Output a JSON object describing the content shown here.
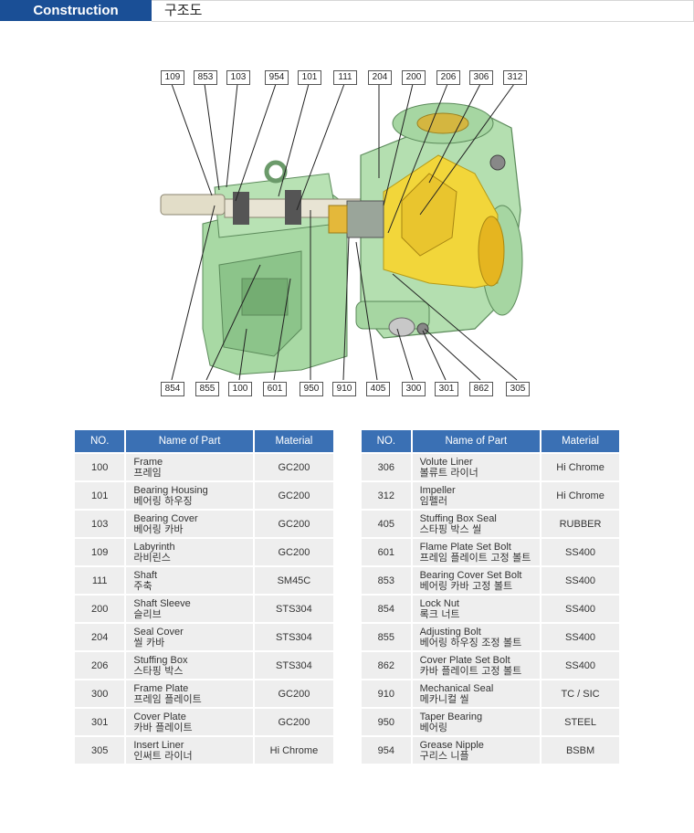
{
  "header": {
    "tab": "Construction",
    "subtitle": "구조도"
  },
  "callouts_top": [
    "109",
    "853",
    "103",
    "954",
    "101",
    "111",
    "204",
    "200",
    "206",
    "306",
    "312"
  ],
  "callouts_bottom": [
    "854",
    "855",
    "100",
    "601",
    "950",
    "910",
    "405",
    "300",
    "301",
    "862",
    "305"
  ],
  "table_headers": {
    "no": "NO.",
    "name": "Name of Part",
    "material": "Material"
  },
  "parts_left": [
    {
      "no": "100",
      "en": "Frame",
      "ko": "프레임",
      "material": "GC200"
    },
    {
      "no": "101",
      "en": "Bearing Housing",
      "ko": "베어링 하우징",
      "material": "GC200"
    },
    {
      "no": "103",
      "en": "Bearing Cover",
      "ko": "베어링 카바",
      "material": "GC200"
    },
    {
      "no": "109",
      "en": "Labyrinth",
      "ko": "라비린스",
      "material": "GC200"
    },
    {
      "no": "111",
      "en": "Shaft",
      "ko": "주축",
      "material": "SM45C"
    },
    {
      "no": "200",
      "en": "Shaft Sleeve",
      "ko": "슬리브",
      "material": "STS304"
    },
    {
      "no": "204",
      "en": "Seal Cover",
      "ko": "씰 카바",
      "material": "STS304"
    },
    {
      "no": "206",
      "en": "Stuffing Box",
      "ko": "스타핑 박스",
      "material": "STS304"
    },
    {
      "no": "300",
      "en": "Frame Plate",
      "ko": "프레임 플레이트",
      "material": "GC200"
    },
    {
      "no": "301",
      "en": "Cover Plate",
      "ko": "카바 플레이트",
      "material": "GC200"
    },
    {
      "no": "305",
      "en": "Insert Liner",
      "ko": "인써트 라이너",
      "material": "Hi Chrome"
    }
  ],
  "parts_right": [
    {
      "no": "306",
      "en": "Volute Liner",
      "ko": "볼류트 라이너",
      "material": "Hi Chrome"
    },
    {
      "no": "312",
      "en": "Impeller",
      "ko": "임펠러",
      "material": "Hi Chrome"
    },
    {
      "no": "405",
      "en": "Stuffing Box Seal",
      "ko": "스타핑 박스 씰",
      "material": "RUBBER"
    },
    {
      "no": "601",
      "en": "Flame Plate Set Bolt",
      "ko": "프레임 플레이트 고정 볼트",
      "material": "SS400"
    },
    {
      "no": "853",
      "en": "Bearing Cover Set Bolt",
      "ko": "베어링 카바 고정 볼트",
      "material": "SS400"
    },
    {
      "no": "854",
      "en": "Lock Nut",
      "ko": "록크 너트",
      "material": "SS400"
    },
    {
      "no": "855",
      "en": "Adjusting Bolt",
      "ko": "베어링 하우징 조정 볼트",
      "material": "SS400"
    },
    {
      "no": "862",
      "en": "Cover Plate Set Bolt",
      "ko": "카바 플레이트 고정 볼트",
      "material": "SS400"
    },
    {
      "no": "910",
      "en": "Mechanical Seal",
      "ko": "메카니컬 씰",
      "material": "TC / SIC"
    },
    {
      "no": "950",
      "en": "Taper Bearing",
      "ko": "베어링",
      "material": "STEEL"
    },
    {
      "no": "954",
      "en": "Grease Nipple",
      "ko": "구리스 니플",
      "material": "BSBM"
    }
  ]
}
